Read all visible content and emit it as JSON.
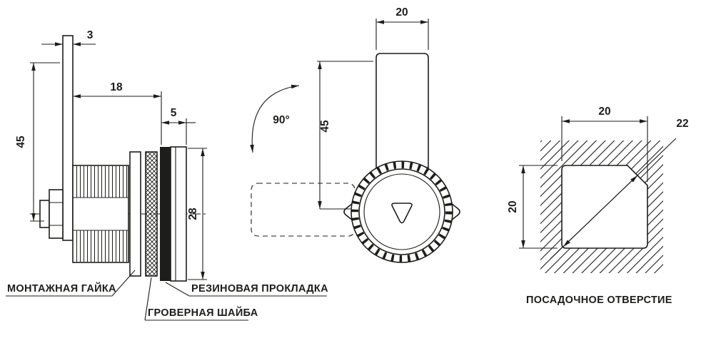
{
  "colors": {
    "ink": "#1d1d1b",
    "background": "#ffffff"
  },
  "side_view": {
    "dim_cam_thickness": "3",
    "dim_cam_height": "45",
    "dim_thread_length": "18",
    "dim_flange": "5",
    "dim_body_diameter": "28",
    "label_mounting_nut": "МОНТАЖНАЯ ГАЙКА",
    "label_rubber_gasket": "РЕЗИНОВАЯ ПРОКЛАДКА",
    "label_lock_washer": "ГРОВЕРНАЯ ШАЙБА"
  },
  "front_view": {
    "dim_cylinder_width": "20",
    "dim_height": "45",
    "dim_rotation_angle": "90°"
  },
  "hole_view": {
    "dim_width": "20",
    "dim_height": "20",
    "dim_corner": "22",
    "label_title": "ПОСАДОЧНОЕ ОТВЕРСТИЕ"
  }
}
